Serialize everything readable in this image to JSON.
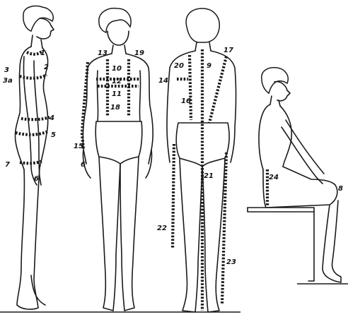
{
  "figures": [
    {
      "id": "front-side-view",
      "labels": [
        "1",
        "2",
        "3",
        "3a",
        "4",
        "5",
        "6",
        "7"
      ]
    },
    {
      "id": "front-view",
      "labels": [
        "13",
        "19",
        "10",
        "12",
        "11",
        "18",
        "15",
        "6"
      ]
    },
    {
      "id": "back-view",
      "labels": [
        "14",
        "20",
        "9",
        "17",
        "16",
        "21",
        "22",
        "23"
      ]
    },
    {
      "id": "seated-view",
      "labels": [
        "24",
        "8"
      ]
    }
  ],
  "point_labels": {
    "p1": "1",
    "p2": "2",
    "p3": "3",
    "p3a": "3а",
    "p4": "4",
    "p5": "5",
    "p6": "6",
    "p7": "7",
    "p13": "13",
    "p19": "19",
    "p10": "10",
    "p12": "12",
    "p11": "11",
    "p18": "18",
    "p15": "15",
    "p6b": "6",
    "p14": "14",
    "p20": "20",
    "p9": "9",
    "p17": "17",
    "p16": "16",
    "p21": "21",
    "p22": "22",
    "p23": "23",
    "p24": "24",
    "p8": "8"
  }
}
